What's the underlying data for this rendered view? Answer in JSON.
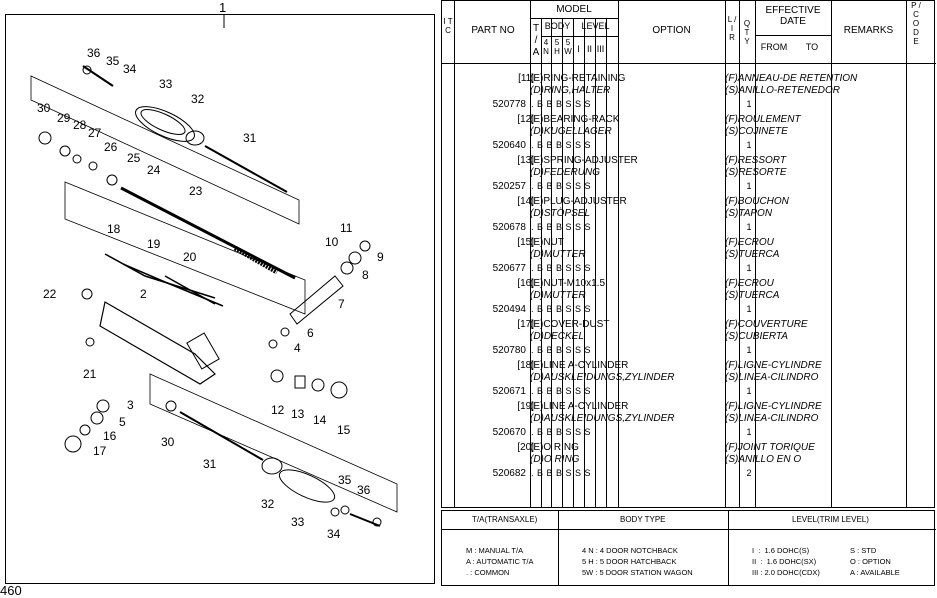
{
  "page": {
    "figure_number": "1",
    "page_number": "460"
  },
  "diagram": {
    "callouts": [
      {
        "id": "c36a",
        "label": "36"
      },
      {
        "id": "c35a",
        "label": "35"
      },
      {
        "id": "c34a",
        "label": "34"
      },
      {
        "id": "c33a",
        "label": "33"
      },
      {
        "id": "c32a",
        "label": "32"
      },
      {
        "id": "c31a",
        "label": "31"
      },
      {
        "id": "c30a",
        "label": "30"
      },
      {
        "id": "c29",
        "label": "29"
      },
      {
        "id": "c28",
        "label": "28"
      },
      {
        "id": "c27",
        "label": "27"
      },
      {
        "id": "c26",
        "label": "26"
      },
      {
        "id": "c25",
        "label": "25"
      },
      {
        "id": "c24",
        "label": "24"
      },
      {
        "id": "c23",
        "label": "23"
      },
      {
        "id": "c18",
        "label": "18"
      },
      {
        "id": "c19",
        "label": "19"
      },
      {
        "id": "c20",
        "label": "20"
      },
      {
        "id": "c11",
        "label": "11"
      },
      {
        "id": "c10",
        "label": "10"
      },
      {
        "id": "c9",
        "label": "9"
      },
      {
        "id": "c8",
        "label": "8"
      },
      {
        "id": "c7",
        "label": "7"
      },
      {
        "id": "c6",
        "label": "6"
      },
      {
        "id": "c4",
        "label": "4"
      },
      {
        "id": "c22",
        "label": "22"
      },
      {
        "id": "c2",
        "label": "2"
      },
      {
        "id": "c21",
        "label": "21"
      },
      {
        "id": "c3",
        "label": "3"
      },
      {
        "id": "c5",
        "label": "5"
      },
      {
        "id": "c16",
        "label": "16"
      },
      {
        "id": "c17",
        "label": "17"
      },
      {
        "id": "c12",
        "label": "12"
      },
      {
        "id": "c13",
        "label": "13"
      },
      {
        "id": "c14",
        "label": "14"
      },
      {
        "id": "c15",
        "label": "15"
      },
      {
        "id": "c30b",
        "label": "30"
      },
      {
        "id": "c31b",
        "label": "31"
      },
      {
        "id": "c32b",
        "label": "32"
      },
      {
        "id": "c33b",
        "label": "33"
      },
      {
        "id": "c34b",
        "label": "34"
      },
      {
        "id": "c35b",
        "label": "35"
      },
      {
        "id": "c36b",
        "label": "36"
      }
    ]
  },
  "table": {
    "headers": {
      "itc": "I T C",
      "part_no": "PART NO",
      "model": "MODEL",
      "t": "T",
      "ta_slash": "/",
      "a": "A",
      "body": "BODY",
      "b4": "4 N",
      "b5": "5 H",
      "b5w": "5 W",
      "level": "LEVEL",
      "l1": "I",
      "l2": "II",
      "l3": "III",
      "option": "OPTION",
      "lir": "L / I R",
      "qty": "Q T Y",
      "effective_date": "EFFECTIVE DATE",
      "from": "FROM",
      "to": "TO",
      "remarks": "REMARKS",
      "pcode": "P / C O D E"
    },
    "rows": [
      {
        "pos": "[11]",
        "e": "(E)RING-RETAINING",
        "d": "(D)RING,HALTER",
        "f": "(F)ANNEAU-DE RETENTION",
        "s": "(S)ANILLO-RETENEDOR",
        "part": "520778",
        "marks": ". B B B S S S",
        "qty": "1"
      },
      {
        "pos": "[12]",
        "e": "(E)BEARING-RACK",
        "d": "(D)KUGELLAGER",
        "f": "(F)ROULEMENT",
        "s": "(S)COJINETE",
        "part": "520640",
        "marks": ". B B B S S S",
        "qty": "1"
      },
      {
        "pos": "[13]",
        "e": "(E)SPRING-ADJUSTER",
        "d": "(D)FEDERUNG",
        "f": "(F)RESSORT",
        "s": "(S)RESORTE",
        "part": "520257",
        "marks": ". B B B S S S",
        "qty": "1"
      },
      {
        "pos": "[14]",
        "e": "(E)PLUG-ADJUSTER",
        "d": "(D)STÖPSEL",
        "f": "(F)BOUCHON",
        "s": "(S)TAPON",
        "part": "520678",
        "marks": ". B B B S S S",
        "qty": "1"
      },
      {
        "pos": "[15]",
        "e": "(E)NUT",
        "d": "(D)MUTTER",
        "f": "(F)ECROU",
        "s": "(S)TUERCA",
        "part": "520677",
        "marks": ". B B B S S S",
        "qty": "1"
      },
      {
        "pos": "[16]",
        "e": "(E)NUT-M10x1.5",
        "d": "(D)MUTTER",
        "f": "(F)ECROU",
        "s": "(S)TUERCA",
        "part": "520494",
        "marks": ". B B B S S S",
        "qty": "1"
      },
      {
        "pos": "[17]",
        "e": "(E)COVER-DUST",
        "d": "(D)DECKEL",
        "f": "(F)COUVERTURE",
        "s": "(S)CUBIERTA",
        "part": "520780",
        "marks": ". B B B S S S",
        "qty": "1"
      },
      {
        "pos": "[18]",
        "e": "(E)LINE A-CYLINDER",
        "d": "(D)AUSKLEIDUNGS,ZYLINDER",
        "f": "(F)LIGNE-CYLINDRE",
        "s": "(S)LINEA-CILINDRO",
        "part": "520671",
        "marks": ". B B B S S S",
        "qty": "1"
      },
      {
        "pos": "[19]",
        "e": "(E)LINE A-CYLINDER",
        "d": "(D)AUSKLEIDUNGS,ZYLINDER",
        "f": "(F)LIGNE-CYLINDRE",
        "s": "(S)LINEA-CILINDRO",
        "part": "520670",
        "marks": ". B B B S S S",
        "qty": "1"
      },
      {
        "pos": "[20]",
        "e": "(E)O RING",
        "d": "(D)O RING",
        "f": "(F)JOINT TORIQUE",
        "s": "(S)ANILLO EN O",
        "part": "520682",
        "marks": ". B B B S S S",
        "qty": "2"
      }
    ]
  },
  "legend": {
    "h_ta": "T/A(TRANSAXLE)",
    "h_body": "BODY TYPE",
    "h_level": "LEVEL(TRIM LEVEL)",
    "ta1": "M : MANUAL T/A",
    "ta2": "A : AUTOMATIC T/A",
    "ta3": ". : COMMON",
    "b1": "4 N : 4 DOOR NOTCHBACK",
    "b2": "5 H : 5 DOOR HATCHBACK",
    "b3": "5W : 5 DOOR STATION WAGON",
    "l1": "I  :  1.6 DOHC(S)",
    "l2": "II  :  1.6 DOHC(SX)",
    "l3": "III : 2.0 DOHC(CDX)",
    "o1": "S : STD",
    "o2": "O : OPTION",
    "o3": "A : AVAILABLE"
  }
}
